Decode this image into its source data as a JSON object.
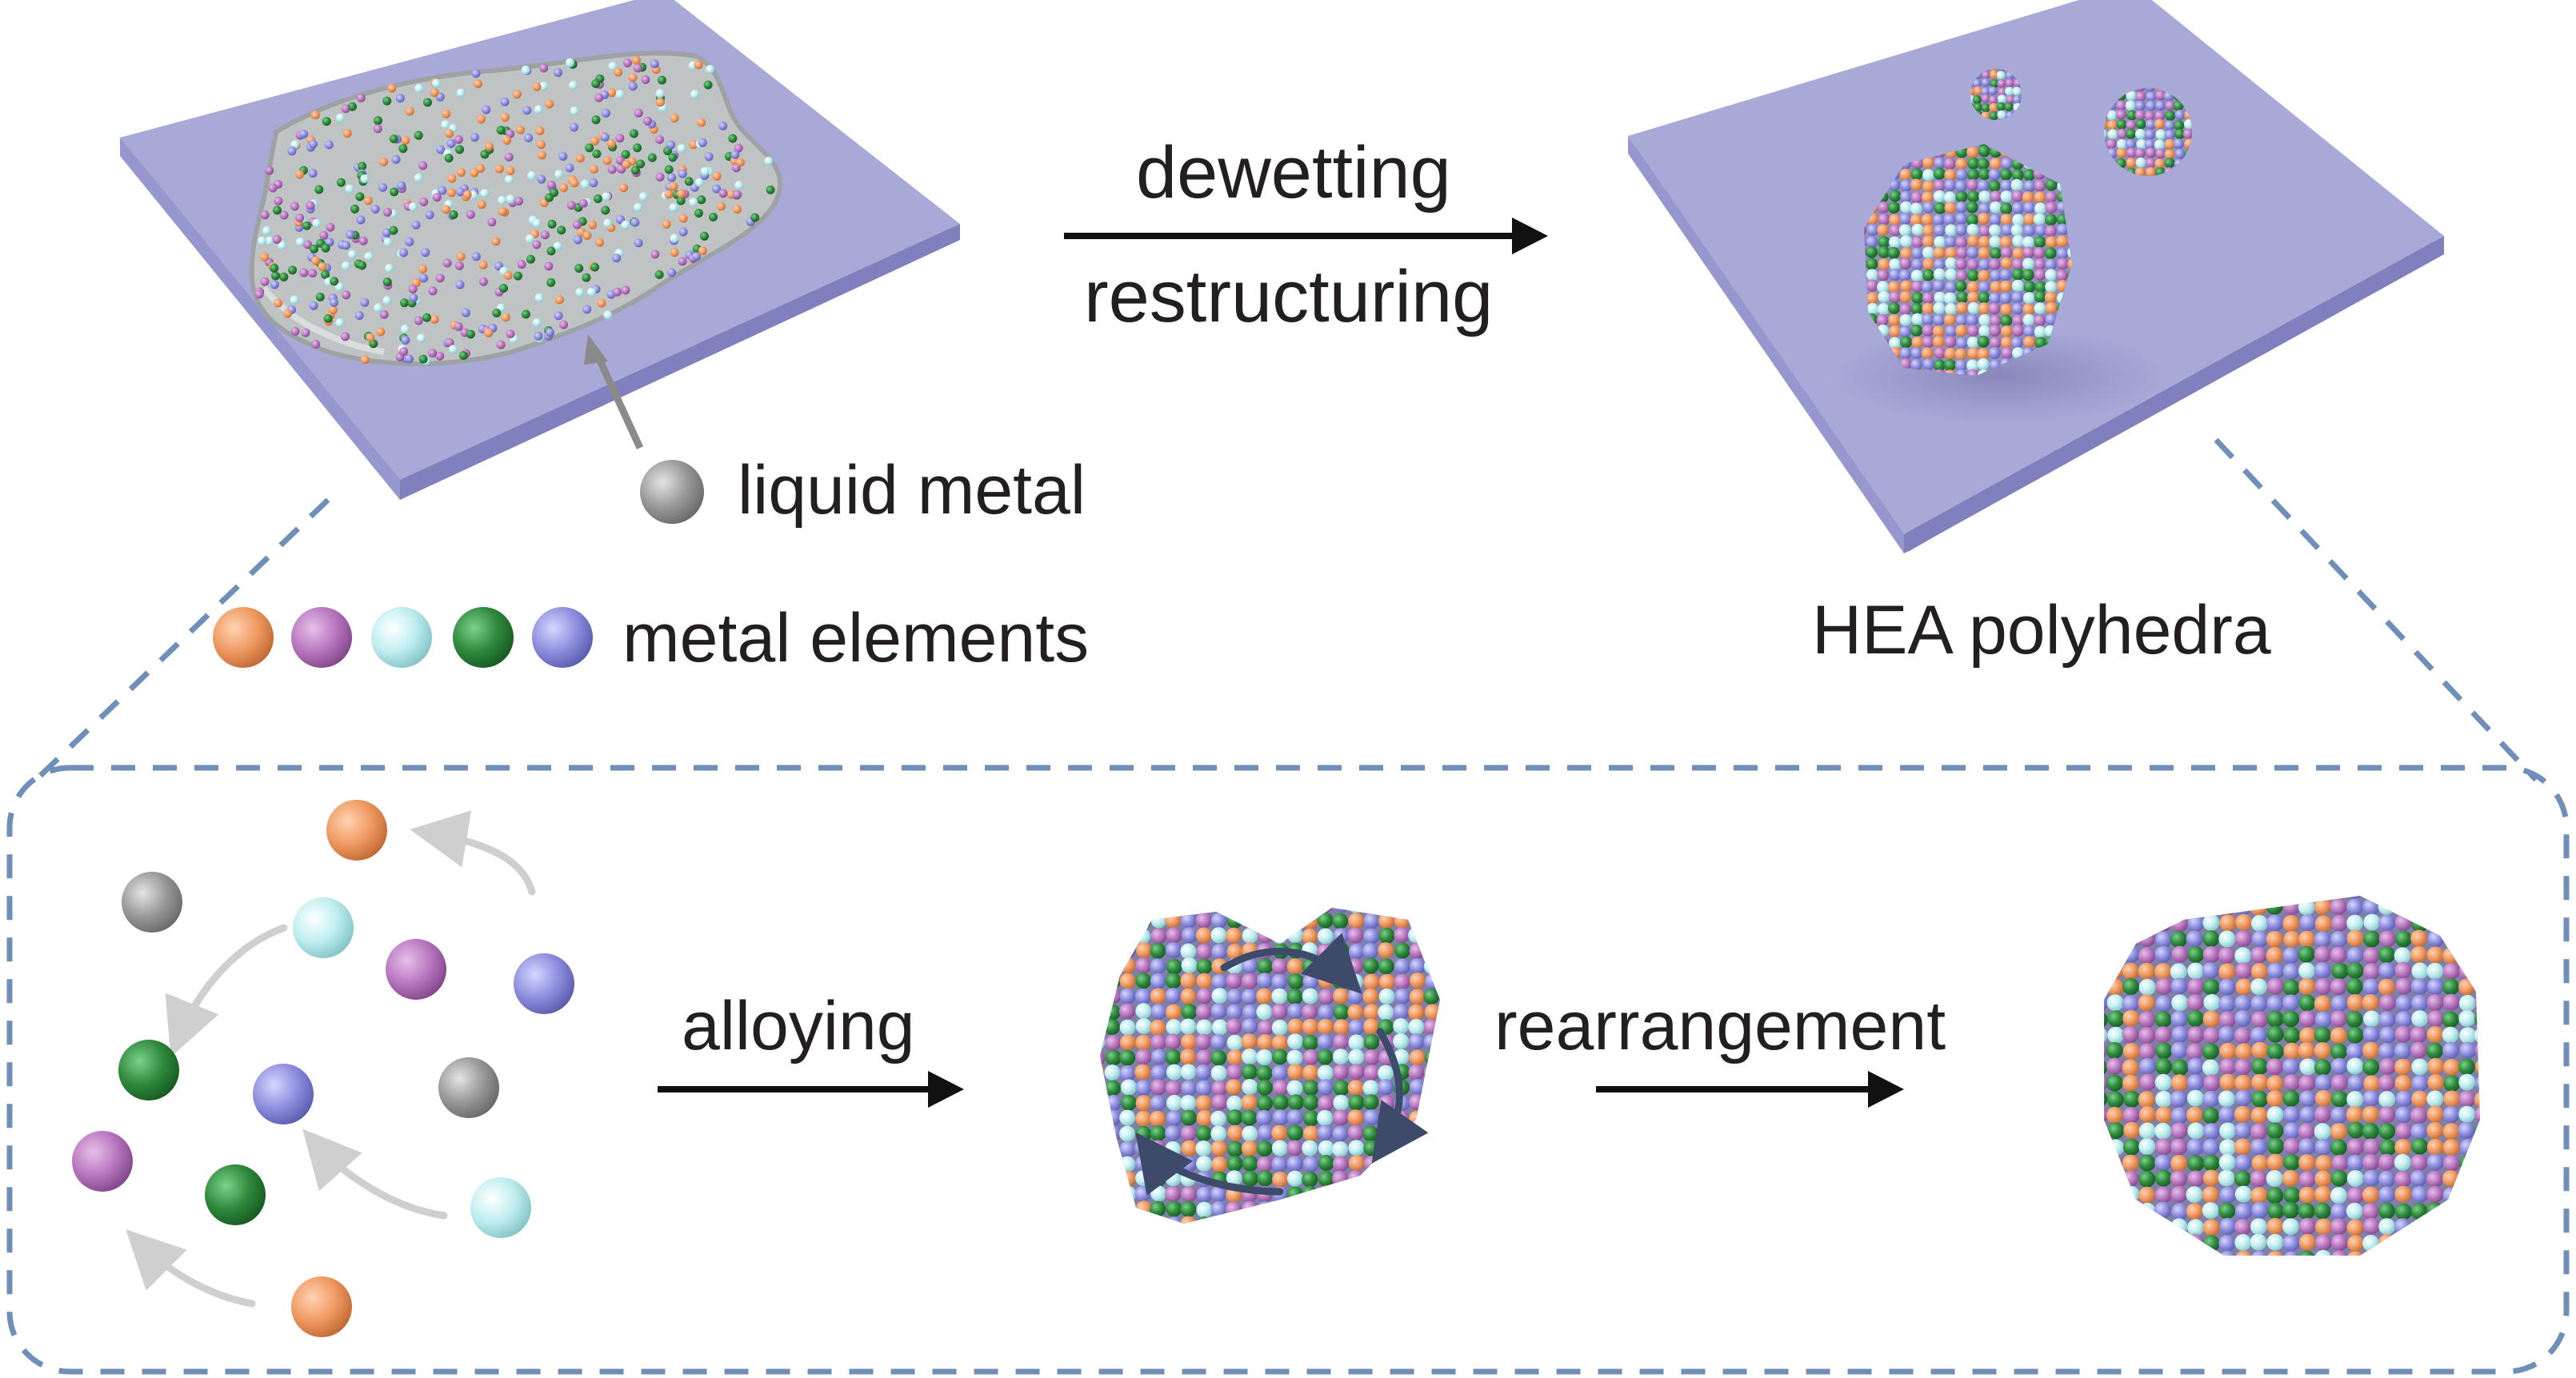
{
  "labels": {
    "dewetting": "dewetting",
    "restructuring": "restructuring",
    "liquid_metal": "liquid metal",
    "metal_elements": "metal elements",
    "hea_polyhedra": "HEA polyhedra",
    "alloying": "alloying",
    "rearrangement": "rearrangement"
  },
  "colors": {
    "substrate_top": "#a9a9d8",
    "substrate_side": "#8a8ac8",
    "liquid_metal": "#bfc3c4",
    "liquid_metal_edge": "#9ea2a4",
    "element_orange": "#f09a62",
    "element_purple": "#b978c0",
    "element_cyan": "#bfeef0",
    "element_green": "#2f8a3e",
    "element_blue": "#8f8fe0",
    "element_gray": "#9a9a9a",
    "dashed_outline": "#6f8fb8",
    "arrow": "#111111",
    "process_arrow": "#cfcfcf",
    "rotation_arrow": "#3e4a6a"
  },
  "legend": {
    "liquid_metal_icon": "gray-sphere-icon",
    "element_icons": [
      "orange-sphere-icon",
      "purple-sphere-icon",
      "cyan-sphere-icon",
      "green-sphere-icon",
      "blue-sphere-icon"
    ]
  }
}
